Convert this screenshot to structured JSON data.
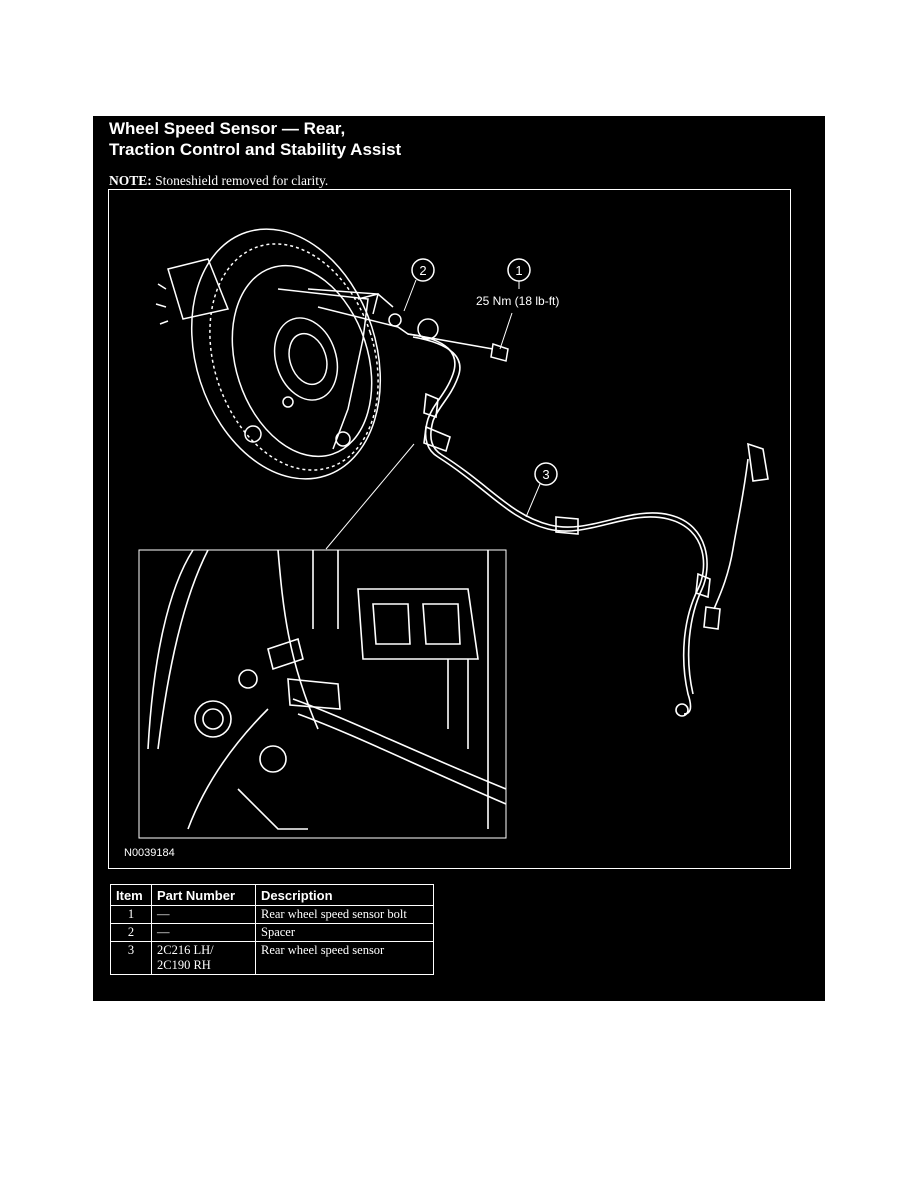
{
  "title": {
    "line1": "Wheel Speed Sensor — Rear,",
    "line2": "Traction Control and Stability Assist"
  },
  "note": {
    "label": "NOTE:",
    "text": "Stoneshield removed for clarity."
  },
  "figure": {
    "callouts": [
      "1",
      "2",
      "3"
    ],
    "torque_spec": "25 Nm (18 lb-ft)",
    "figure_id": "N0039184"
  },
  "parts_table": {
    "headers": [
      "Item",
      "Part Number",
      "Description"
    ],
    "rows": [
      {
        "item": "1",
        "part_number": "—",
        "description": "Rear wheel speed sensor bolt"
      },
      {
        "item": "2",
        "part_number": "—",
        "description": "Spacer"
      },
      {
        "item": "3",
        "part_number": "2C216 LH/\n2C190 RH",
        "description": "Rear wheel speed sensor"
      }
    ]
  }
}
